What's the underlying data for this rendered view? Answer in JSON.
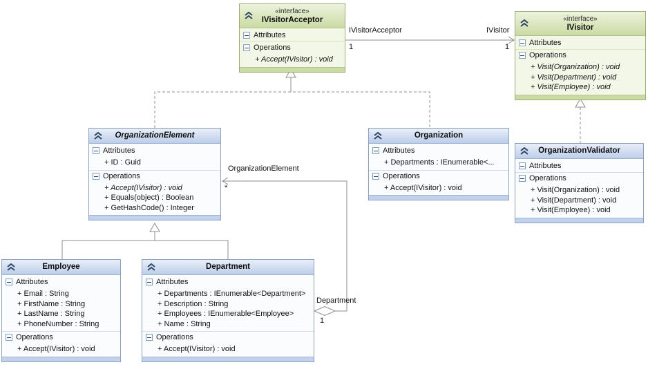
{
  "labels": {
    "attributes": "Attributes",
    "operations": "Operations"
  },
  "colors": {
    "interface_header": "#cbdba4",
    "interface_body": "#f3f7e8",
    "class_header": "#bccdea",
    "class_body": "#fafcfe",
    "connector_line": "#8c8c8c"
  },
  "classes": {
    "ivisitor_acceptor": {
      "stereotype": "«interface»",
      "name": "IVisitorAcceptor",
      "attributes": [],
      "operations": [
        {
          "text": "+ Accept(IVisitor) : void",
          "italic": true
        }
      ]
    },
    "ivisitor": {
      "stereotype": "«interface»",
      "name": "IVisitor",
      "attributes": [],
      "operations": [
        {
          "text": "+ Visit(Organization) : void",
          "italic": true
        },
        {
          "text": "+ Visit(Department) : void",
          "italic": true
        },
        {
          "text": "+ Visit(Employee) : void",
          "italic": true
        }
      ]
    },
    "organization_element": {
      "name": "OrganizationElement",
      "attributes": [
        {
          "text": "+ ID : Guid",
          "italic": false
        }
      ],
      "operations": [
        {
          "text": "+ Accept(IVisitor) : void",
          "italic": true
        },
        {
          "text": "+ Equals(object) : Boolean",
          "italic": false
        },
        {
          "text": "+ GetHashCode() : Integer",
          "italic": false
        }
      ]
    },
    "organization": {
      "name": "Organization",
      "attributes": [
        {
          "text": "+ Departments : IEnumerable<...",
          "italic": false
        }
      ],
      "operations": [
        {
          "text": "+ Accept(IVisitor) : void",
          "italic": false
        }
      ]
    },
    "organization_validator": {
      "name": "OrganizationValidator",
      "attributes": [],
      "operations": [
        {
          "text": "+ Visit(Organization) : void",
          "italic": false
        },
        {
          "text": "+ Visit(Department) : void",
          "italic": false
        },
        {
          "text": "+ Visit(Employee) : void",
          "italic": false
        }
      ]
    },
    "employee": {
      "name": "Employee",
      "attributes": [
        {
          "text": "+ Email : String",
          "italic": false
        },
        {
          "text": "+ FirstName : String",
          "italic": false
        },
        {
          "text": "+ LastName : String",
          "italic": false
        },
        {
          "text": "+ PhoneNumber : String",
          "italic": false
        }
      ],
      "operations": [
        {
          "text": "+ Accept(IVisitor) : void",
          "italic": false
        }
      ]
    },
    "department": {
      "name": "Department",
      "attributes": [
        {
          "text": "+ Departments : IEnumerable<Department>",
          "italic": false
        },
        {
          "text": "+ Description : String",
          "italic": false
        },
        {
          "text": "+ Employees : IEnumerable<Employee>",
          "italic": false
        },
        {
          "text": "+ Name : String",
          "italic": false
        }
      ],
      "operations": [
        {
          "text": "+ Accept(IVisitor) : void",
          "italic": false
        }
      ]
    }
  },
  "connectors": {
    "acceptor_to_visitor": {
      "source_role": "IVisitorAcceptor",
      "source_multiplicity": "1",
      "target_role": "IVisitor",
      "target_multiplicity": "1"
    },
    "department_aggregation": {
      "target_role": "OrganizationElement",
      "target_multiplicity": "*",
      "source_role": "Department",
      "source_multiplicity": "1"
    }
  }
}
